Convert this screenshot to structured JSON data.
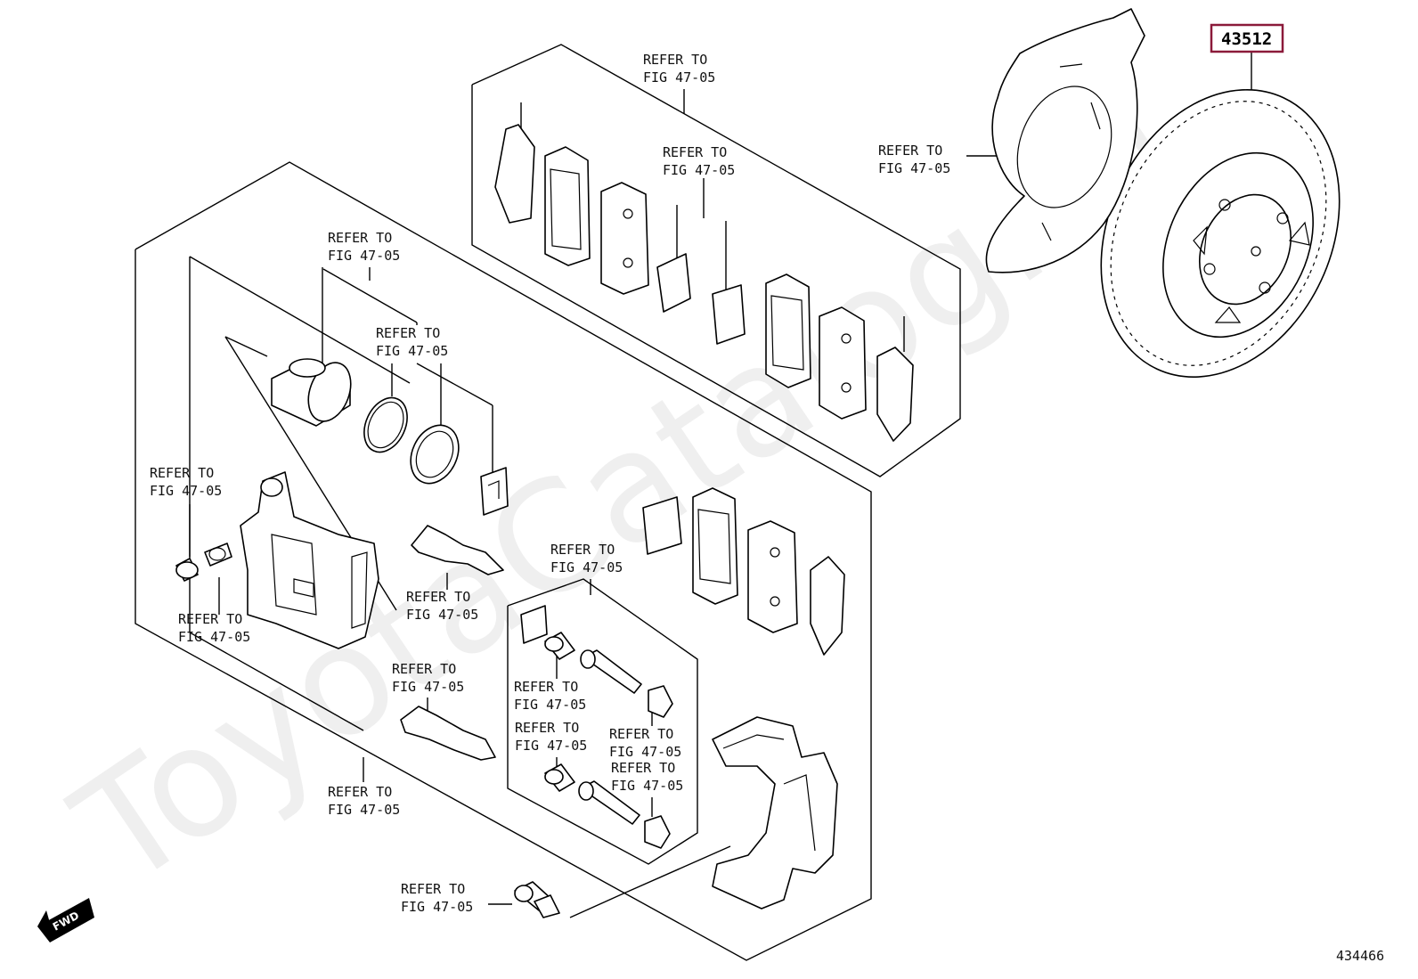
{
  "watermark": "ToyotaCatalog.ru",
  "callout": {
    "part_number": "43512",
    "highlight_color": "#8b1a3a"
  },
  "reference_number": "434466",
  "fwd_label": "FWD",
  "refer_label": {
    "line1": "REFER TO",
    "line2": "FIG 47-05"
  }
}
